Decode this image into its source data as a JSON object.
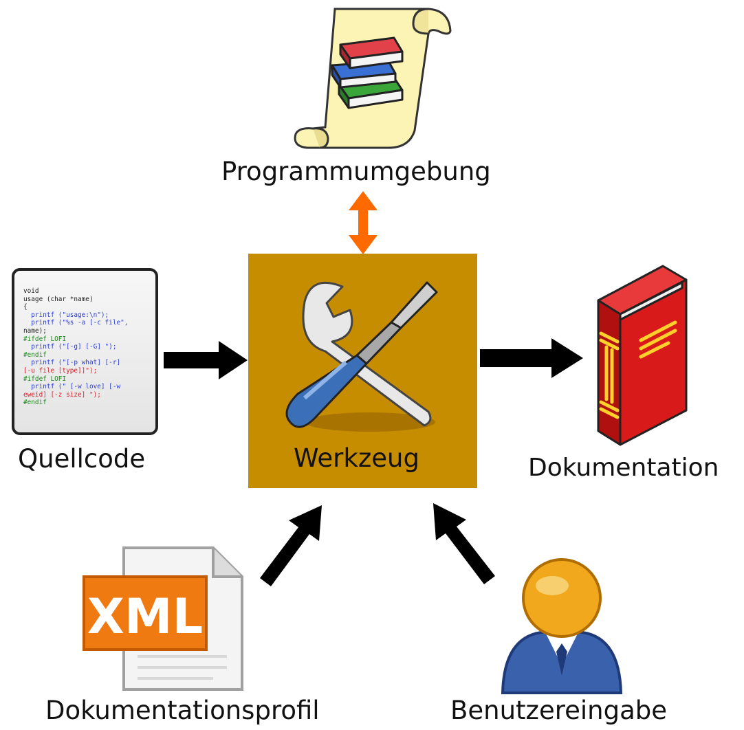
{
  "nodes": {
    "environment": {
      "label": "Programmumgebung",
      "icon": "books-on-scroll-icon"
    },
    "source": {
      "label": "Quellcode",
      "icon": "source-code-document-icon"
    },
    "tool": {
      "label": "Werkzeug",
      "icon": "wrench-screwdriver-icon",
      "color": "#c78d00"
    },
    "output": {
      "label": "Dokumentation",
      "icon": "red-book-icon"
    },
    "profile": {
      "label": "Dokumentationsprofil",
      "icon": "xml-file-icon",
      "badge": "XML",
      "badge_color": "#f07a12"
    },
    "user": {
      "label": "Benutzereingabe",
      "icon": "user-icon"
    }
  },
  "code_lines": [
    "void",
    "usage (char *name)",
    "{",
    "  printf (\"usage:\\n\");",
    "  printf (\"%s -a [-c file\",",
    "name);",
    "#ifdef LOFI",
    "  printf (\"[-g] [-G] \");",
    "#endif",
    "  printf (\"[-p what] [-r]",
    "[-u file [type]]\");",
    "#ifdef LOFI",
    "  printf (\" [-w love] [-w",
    "eweid] [-z size] \");",
    "#endif"
  ],
  "edges": [
    {
      "from": "source",
      "to": "tool",
      "type": "arrow",
      "color": "#000000"
    },
    {
      "from": "tool",
      "to": "output",
      "type": "arrow",
      "color": "#000000"
    },
    {
      "from": "profile",
      "to": "tool",
      "type": "arrow",
      "color": "#000000"
    },
    {
      "from": "user",
      "to": "tool",
      "type": "arrow",
      "color": "#000000"
    },
    {
      "from": "environment",
      "to": "tool",
      "type": "bidirectional",
      "color": "#ff6a00"
    }
  ]
}
